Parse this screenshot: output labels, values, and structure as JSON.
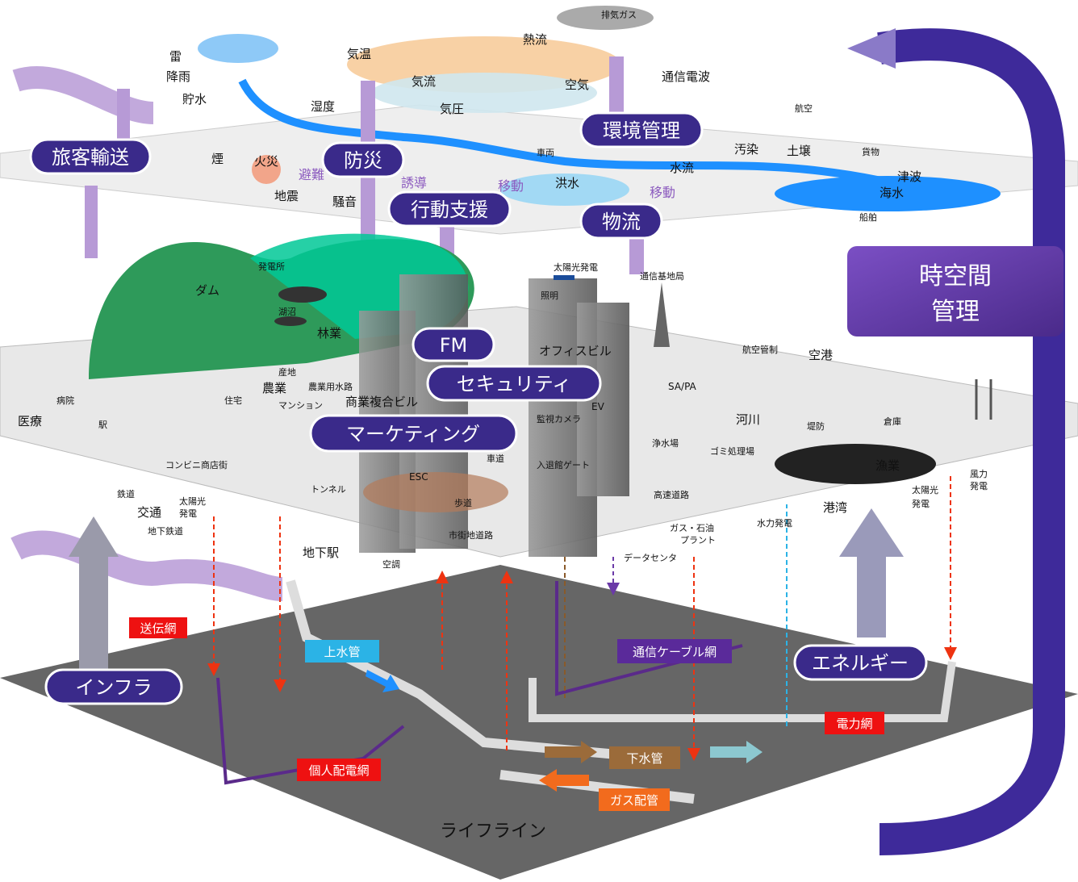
{
  "weather": {
    "exhaust_gas": "排気ガス",
    "heat_flow": "熱流",
    "air_temp": "気温",
    "air_flow": "気流",
    "air_pressure": "気圧",
    "air": "空気",
    "radio": "通信電波",
    "thunder": "雷",
    "rainfall": "降雨",
    "water_storage": "貯水",
    "humidity": "湿度",
    "aviation": "航空"
  },
  "surface": {
    "smoke": "煙",
    "fire": "火災",
    "evacuation": "避難",
    "earthquake": "地震",
    "noise": "騒音",
    "guidance": "誘導",
    "movement1": "移動",
    "vehicle": "車両",
    "flood": "洪水",
    "water_flow": "水流",
    "movement2": "移動",
    "pollution": "汚染",
    "soil": "土壌",
    "cargo": "貨物",
    "tsunami": "津波",
    "seawater": "海水",
    "ship": "船舶"
  },
  "city": {
    "power_plant": "発電所",
    "dam": "ダム",
    "lake": "湖沼",
    "forestry": "林業",
    "solar_plant": "太陽光発電",
    "lighting": "照明",
    "comm_base": "通信基地局",
    "office": "オフィスビル",
    "atc": "航空管制",
    "airport": "空港",
    "sapa": "SA/PA",
    "river": "河川",
    "levee": "堤防",
    "warehouse": "倉庫",
    "purification": "浄水場",
    "garbage": "ゴミ処理場",
    "fishery": "漁業",
    "harbor": "港湾",
    "highway": "高速道路",
    "entrance_gate": "入退館ゲート",
    "surveillance": "監視カメラ",
    "ev": "EV",
    "esc": "ESC",
    "walkway": "歩道",
    "road": "車道",
    "city_road": "市街地道路",
    "complex": "商業複合ビル",
    "mansion": "マンション",
    "farm_origin": "産地",
    "agriculture": "農業",
    "irrigation": "農業用水路",
    "housing": "住宅",
    "hospital": "病院",
    "medical": "医療",
    "station": "駅",
    "convenience": "コンビニ商店街",
    "tunnel": "トンネル",
    "railway": "鉄道",
    "traffic": "交通",
    "solar1": "太陽光",
    "solar1b": "発電",
    "subway": "地下鉄道",
    "underground_station": "地下駅",
    "aircon": "空調",
    "datacenter": "データセンタ",
    "gas_oil": "ガス・石油",
    "gas_oil_b": "プラント",
    "hydro": "水力発電",
    "solar2": "太陽光",
    "solar2b": "発電",
    "wind": "風力",
    "wind_b": "発電"
  },
  "pills": {
    "passenger": "旅客輸送",
    "disaster": "防災",
    "action": "行動支援",
    "environment": "環境管理",
    "logistics": "物流",
    "fm": "FM",
    "security": "セキュリティ",
    "marketing": "マーケティング",
    "infra": "インフラ",
    "energy": "エネルギー",
    "spacetime_1": "時空間",
    "spacetime_2": "管理"
  },
  "lifeline": {
    "title": "ライフライン",
    "transmission": "送伝網",
    "water_pipe": "上水管",
    "comm_cable": "通信ケーブル網",
    "power_grid": "電力網",
    "private_grid": "個人配電網",
    "sewer": "下水管",
    "gas_pipe": "ガス配管"
  },
  "colors": {
    "pill": "#3a2a8a",
    "purple_arrow": "#b79ad6",
    "spacetime": "#5a2a9a",
    "forest": "#2e9a5a",
    "ground": "#6b6b6b",
    "water": "#1e90ff",
    "red_label": "#ee1111",
    "cyan_label": "#2bb3e6",
    "brown_label": "#9b6b3a",
    "orange_label": "#f26b1d"
  }
}
